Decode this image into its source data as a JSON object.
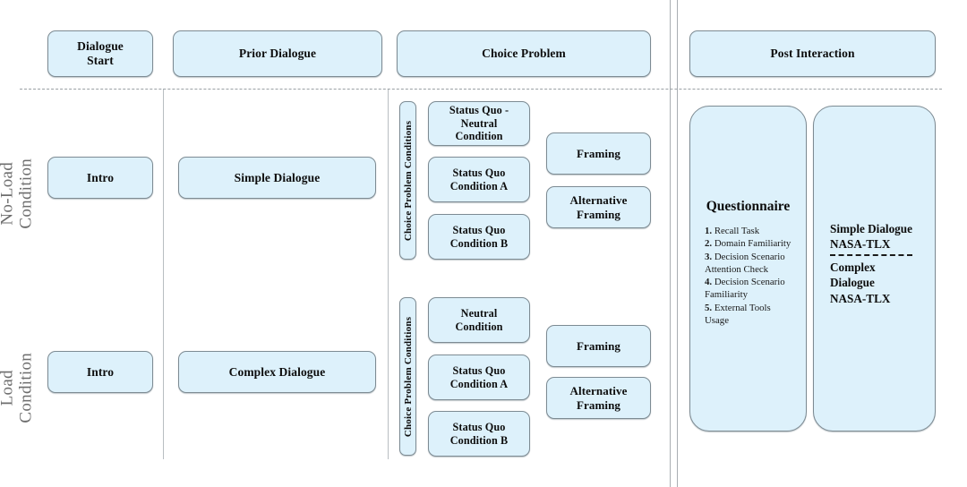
{
  "figure": {
    "title": "Study Design Flow Diagram",
    "colors": {
      "node_fill": "#ddf1fb",
      "node_border": "#7d8b93",
      "row_label_text": "#6d6d6d",
      "divider": "#b9bec2",
      "dashed_divider": "#9aa0a4",
      "text": "#0d0d0d"
    }
  },
  "header": {
    "stages": [
      {
        "label": "Dialogue\nStart",
        "line1": "Dialogue",
        "line2": "Start"
      },
      {
        "label": "Prior Dialogue"
      },
      {
        "label": "Choice Problem"
      },
      {
        "label": "Post Interaction"
      }
    ]
  },
  "rows": [
    {
      "row_label_line1": "No-Load",
      "row_label_line2": "Condition",
      "intro": "Intro",
      "dialogue": "Simple Dialogue",
      "conditions_tag": "Choice Problem Conditions",
      "conditions": [
        {
          "line1": "Status Quo -",
          "line2": "Neutral",
          "line3": "Condition"
        },
        {
          "line1": "Status Quo",
          "line2": "Condition A"
        },
        {
          "line1": "Status Quo",
          "line2": "Condition B"
        }
      ],
      "framings": [
        {
          "label": "Framing"
        },
        {
          "line1": "Alternative",
          "line2": "Framing"
        }
      ]
    },
    {
      "row_label_line1": "Load",
      "row_label_line2": "Condition",
      "intro": "Intro",
      "dialogue": "Complex Dialogue",
      "conditions_tag": "Choice Problem Conditions",
      "conditions": [
        {
          "line1": "Neutral",
          "line2": "Condition"
        },
        {
          "line1": "Status Quo",
          "line2": "Condition A"
        },
        {
          "line1": "Status Quo",
          "line2": "Condition B"
        }
      ],
      "framings": [
        {
          "label": "Framing"
        },
        {
          "line1": "Alternative",
          "line2": "Framing"
        }
      ]
    }
  ],
  "post_interaction": {
    "questionnaire": {
      "title": "Questionnaire",
      "items": [
        {
          "num": "1.",
          "text": "Recall Task"
        },
        {
          "num": "2.",
          "text": "Domain Familiarity"
        },
        {
          "num": "3.",
          "text": "Decision Scenario Attention Check"
        },
        {
          "num": "4.",
          "text": "Decision Scenario Familiarity"
        },
        {
          "num": "5.",
          "text": "External Tools Usage"
        }
      ]
    },
    "workload": {
      "simple_line1": "Simple Dialogue",
      "simple_line2": "NASA-TLX",
      "complex_line1": "Complex",
      "complex_line2": "Dialogue",
      "complex_line3": "NASA-TLX"
    }
  }
}
